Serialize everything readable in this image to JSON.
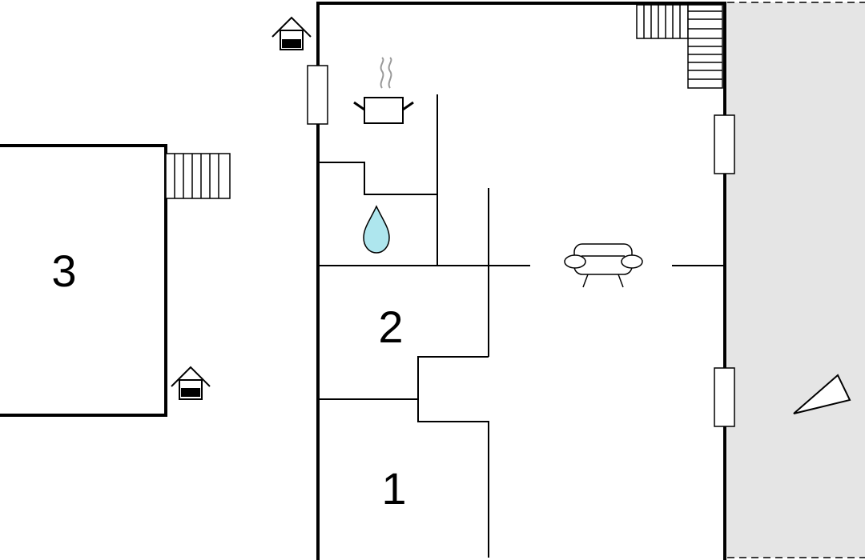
{
  "rooms": {
    "room_1": "1",
    "room_2": "2",
    "room_3": "3"
  },
  "icons": {
    "kitchen": "cooking-pot-icon",
    "bathroom": "water-drop-icon",
    "living": "sofa-icon",
    "entrance": "entrance-house-icon",
    "terrace": "compass-pointer-icon"
  },
  "colors": {
    "wall": "#000000",
    "terrace_fill": "#e5e5e5",
    "water_drop": "#aee6ee",
    "steam": "#999999"
  }
}
